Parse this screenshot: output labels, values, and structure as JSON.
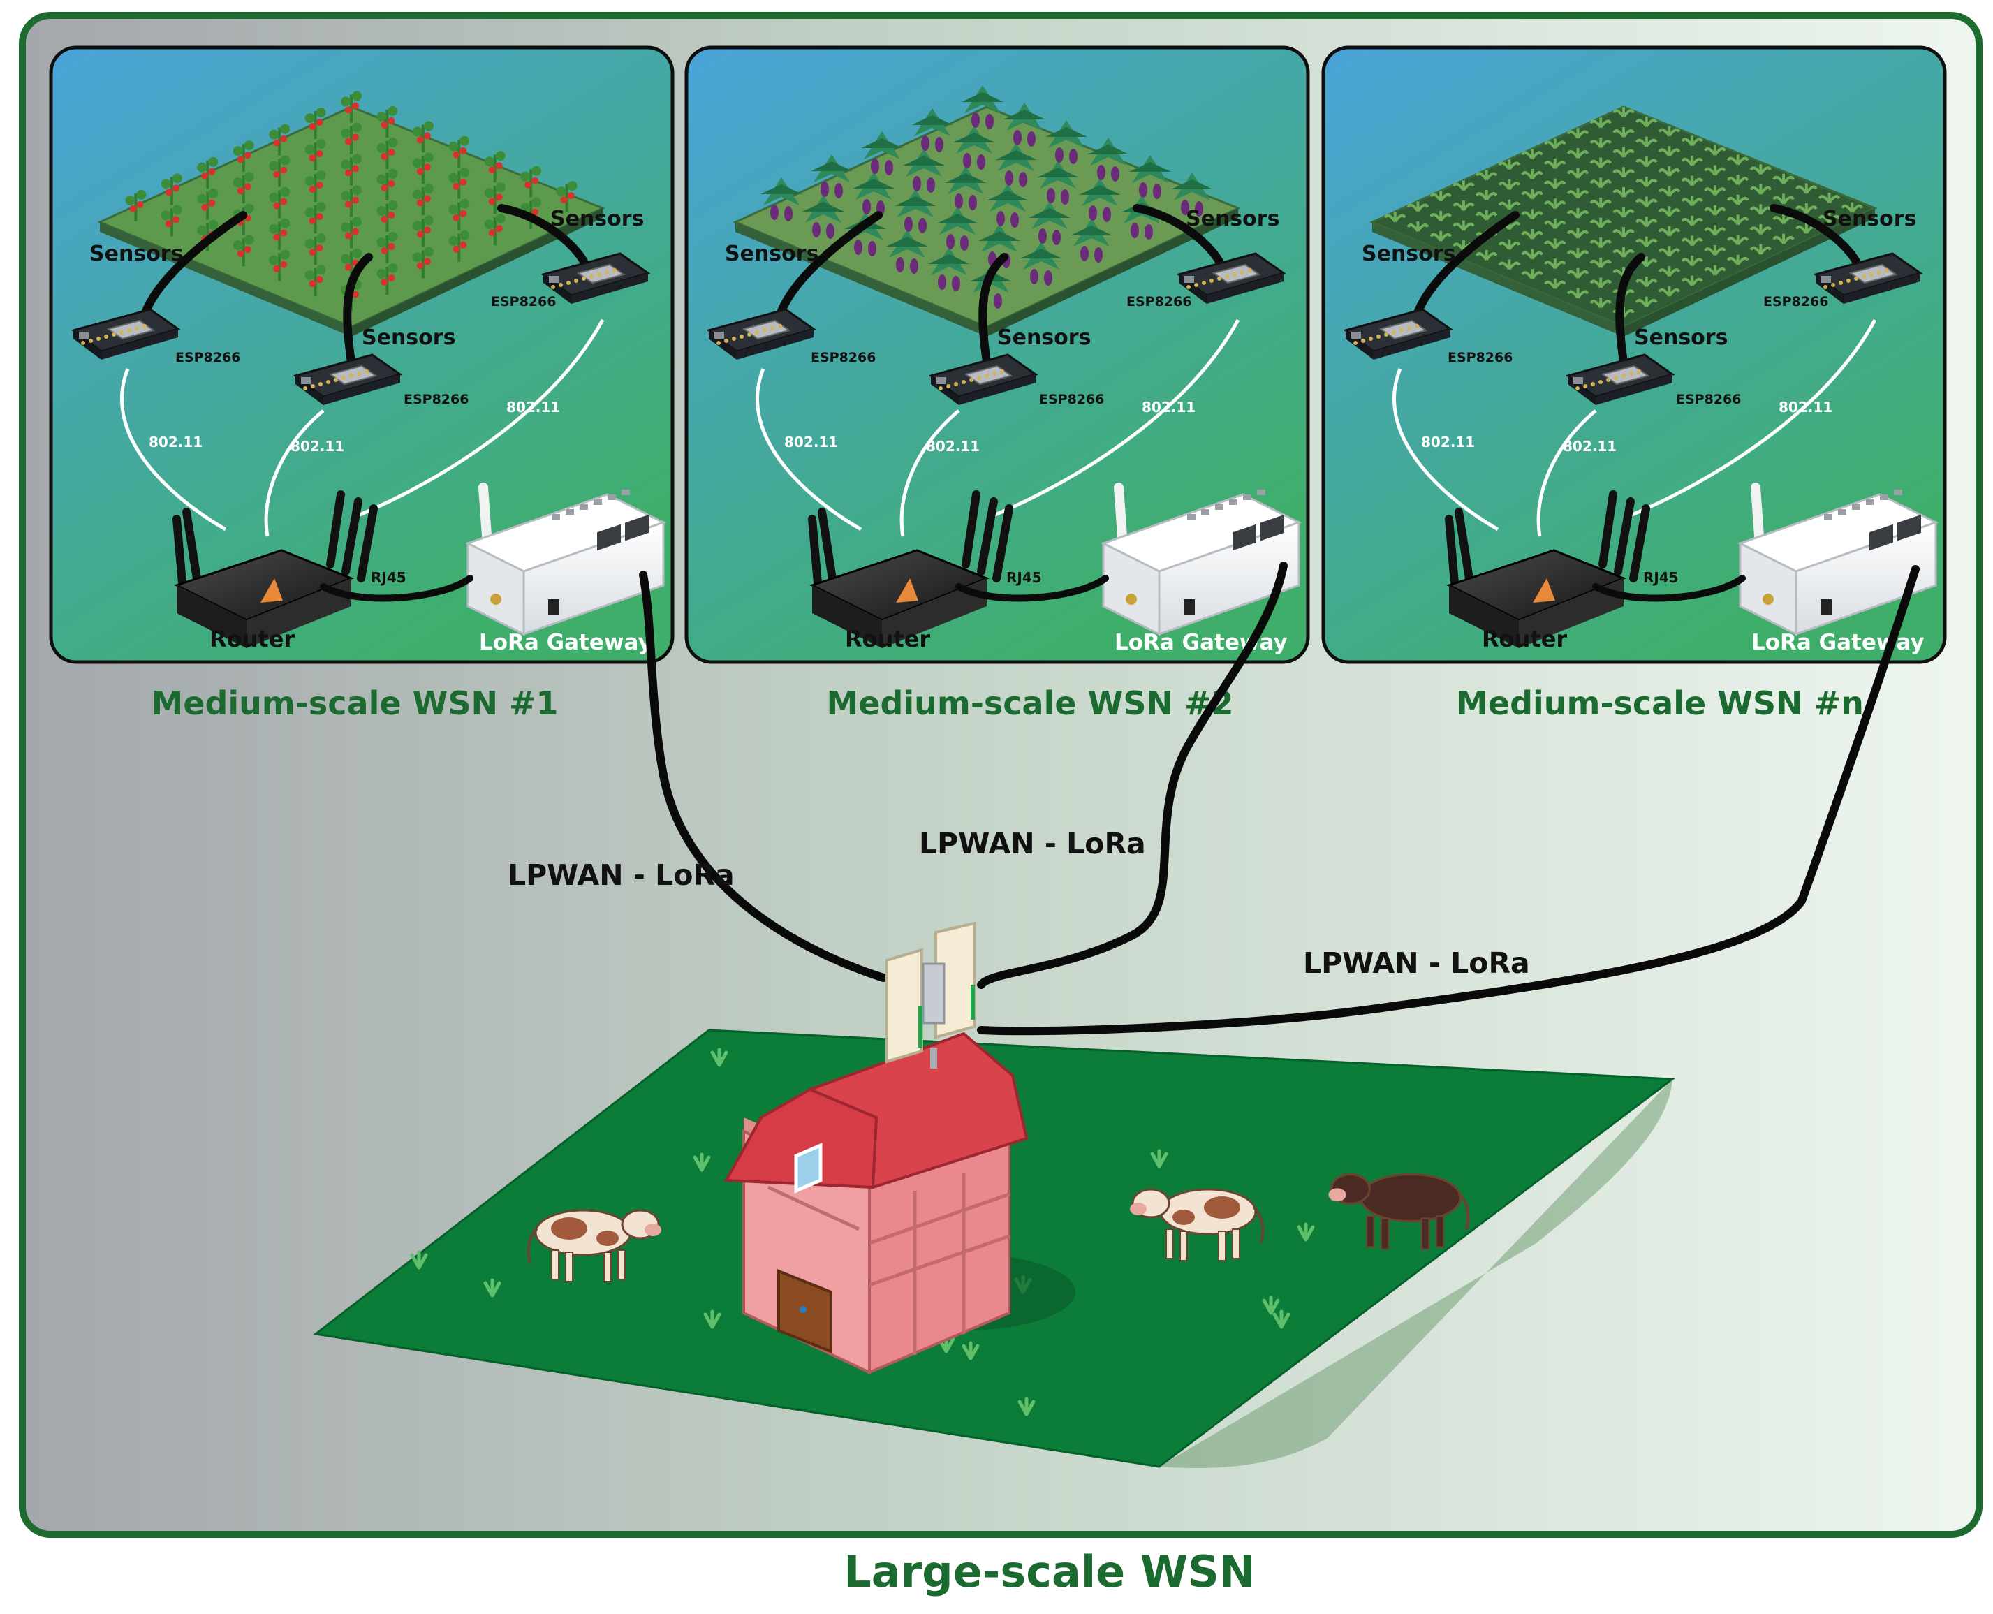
{
  "footer_title": "Large-scale WSN",
  "networks": [
    {
      "title": "Medium-scale WSN #1",
      "sensors_label": "Sensors",
      "board_label": "ESP8266",
      "wifi_label": "802.11",
      "cable_label": "RJ45",
      "router_label": "Router",
      "gateway_label": "LoRa Gateway",
      "crop": "tomato"
    },
    {
      "title": "Medium-scale WSN #2",
      "sensors_label": "Sensors",
      "board_label": "ESP8266",
      "wifi_label": "802.11",
      "cable_label": "RJ45",
      "router_label": "Router",
      "gateway_label": "LoRa Gateway",
      "crop": "eggplant"
    },
    {
      "title": "Medium-scale WSN #n",
      "sensors_label": "Sensors",
      "board_label": "ESP8266",
      "wifi_label": "802.11",
      "cable_label": "RJ45",
      "router_label": "Router",
      "gateway_label": "LoRa Gateway",
      "crop": "seedlings"
    }
  ],
  "links": [
    {
      "label": "LPWAN - LoRa"
    },
    {
      "label": "LPWAN - LoRa"
    },
    {
      "label": "LPWAN - LoRa"
    }
  ],
  "colors": {
    "frame_border": "#1d6b2f",
    "title_green": "#1b6a2f",
    "panel_top": "#4aa3d8",
    "panel_bottom": "#3fae6a",
    "field_green": "#0d7f3a",
    "barn_red": "#d9434b"
  },
  "icons": [
    "microcontroller-board-icon",
    "router-icon",
    "lora-gateway-icon",
    "tower-antenna-icon",
    "barn-icon",
    "cow-icon"
  ]
}
